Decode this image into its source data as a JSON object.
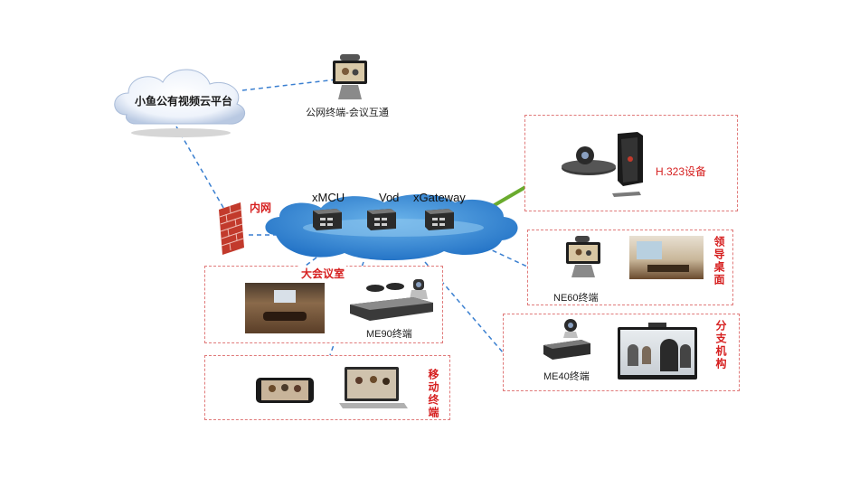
{
  "cloud": {
    "label": "小鱼公有视频云平台"
  },
  "public_terminal": {
    "label": "公网终端-会议互通"
  },
  "firewall": {
    "label": "内网"
  },
  "servers": [
    {
      "label": "xMCU"
    },
    {
      "label": "Vod"
    },
    {
      "label": "xGateway"
    }
  ],
  "h323": {
    "label": "H.323设备"
  },
  "leader_desk": {
    "title": "领导桌面",
    "device": "NE60终端"
  },
  "meeting_room": {
    "title": "大会议室",
    "device": "ME90终端"
  },
  "branch": {
    "title": "分支机构",
    "device": "ME40终端"
  },
  "mobile": {
    "title": "移动终端"
  },
  "colors": {
    "accent_red": "#d62020",
    "link_blue": "#3a7fd0",
    "arrow_green": "#6aab2e"
  }
}
